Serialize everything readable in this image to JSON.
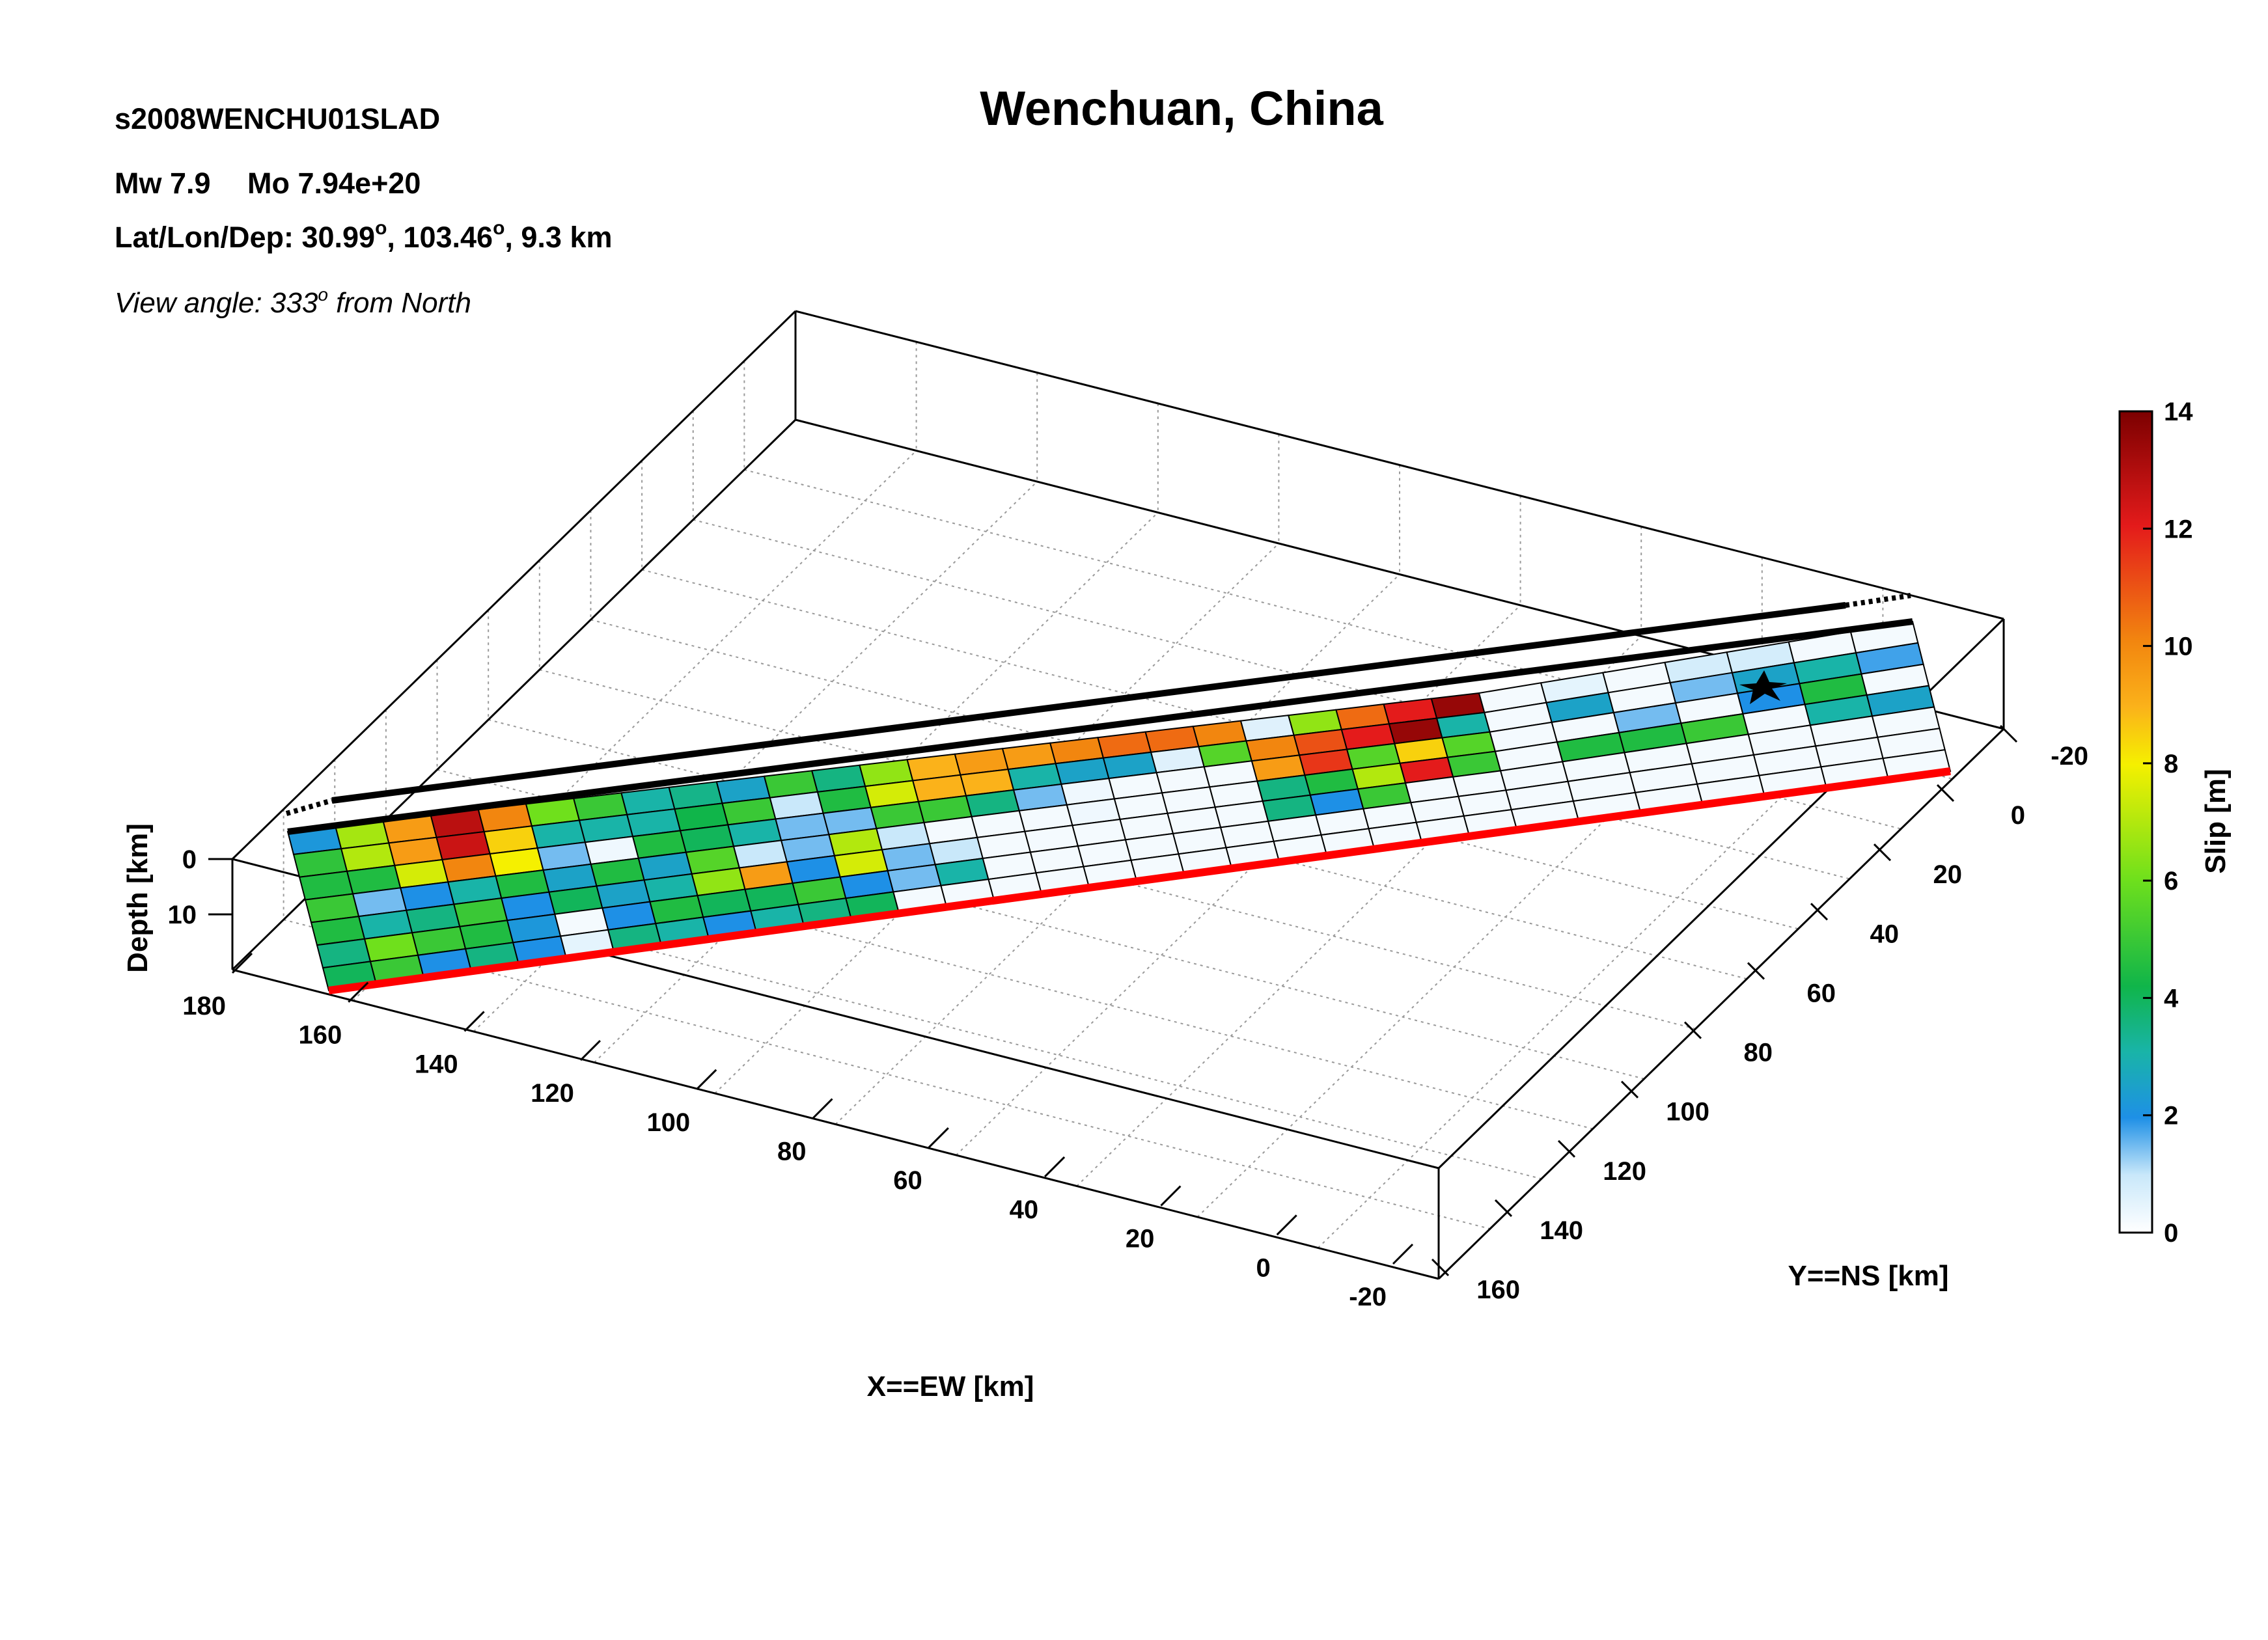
{
  "header": {
    "event_id": "s2008WENCHU01SLAD",
    "title": "Wenchuan, China",
    "mw_text": "Mw 7.9",
    "mo_text": "Mo 7.94e+20",
    "location_prefix": "Lat/Lon/Dep: 30.99",
    "location_lon": ", 103.46",
    "location_depth": ", 9.3 km",
    "degree_symbol": "o",
    "view_prefix": "View angle: 333",
    "view_suffix": " from North"
  },
  "chart_data": {
    "type": "heatmap",
    "title": "Wenchuan, China",
    "xlabel": "X==EW [km]",
    "ylabel": "Y==NS [km]",
    "zlabel": "Depth [km]",
    "x_ticks": [
      "180",
      "160",
      "140",
      "120",
      "100",
      "80",
      "60",
      "40",
      "20",
      "0",
      "-20"
    ],
    "y_ticks": [
      "-20",
      "0",
      "20",
      "40",
      "60",
      "80",
      "100",
      "120",
      "140",
      "160"
    ],
    "z_ticks": [
      "0",
      "10"
    ],
    "colorbar": {
      "label": "Slip [m]",
      "range": [
        0,
        14
      ],
      "ticks": [
        "0",
        "2",
        "4",
        "6",
        "8",
        "10",
        "12",
        "14"
      ]
    },
    "slip_grid": {
      "description_of_axes": "rows = down-dip (top row at fault top), columns = along strike from SW end to NE end",
      "segment1_values": [
        [
          2.2,
          6.8,
          9.5,
          12.8,
          10.0,
          6.0,
          5.0,
          3.0,
          3.4,
          2.5,
          5.0,
          3.5,
          6.5,
          9.0,
          9.5,
          9.5,
          10.0,
          10.5,
          10.5,
          10.0,
          0.6,
          6.5,
          10.5,
          12.0,
          13.5
        ],
        [
          4.8,
          7.0,
          9.5,
          12.5,
          8.5,
          3.0,
          3.0,
          3.0,
          4.2,
          5.0,
          1.0,
          4.5,
          7.5,
          9.0,
          9.0,
          3.0,
          2.5,
          2.5,
          0.6,
          5.5,
          10.0,
          11.0,
          12.0,
          13.5,
          3.0
        ],
        [
          4.5,
          4.5,
          7.5,
          10.0,
          8.0,
          1.5,
          0.3,
          4.5,
          4.0,
          3.0,
          1.5,
          1.5,
          5.0,
          5.0,
          3.5,
          1.5,
          0.3,
          0.2,
          0.2,
          0.2,
          9.5,
          11.5,
          5.5,
          8.5,
          5.5
        ],
        [
          5.0,
          1.5,
          2.0,
          3.0,
          4.5,
          2.5,
          4.5,
          2.5,
          5.5,
          1.0,
          1.5,
          7.0,
          1.0,
          0.2,
          0.2,
          0.2,
          0.3,
          0.2,
          0.2,
          0.2,
          3.5,
          4.5,
          7.0,
          12.0,
          5.0
        ],
        [
          4.5,
          3.0,
          3.5,
          5.0,
          2.0,
          4.0,
          2.5,
          3.0,
          6.5,
          9.5,
          2.0,
          7.5,
          1.5,
          1.0,
          0.2,
          0.2,
          0.2,
          0.2,
          0.2,
          0.2,
          3.5,
          2.0,
          5.0,
          0.2,
          0.2
        ],
        [
          3.5,
          6.0,
          5.0,
          4.5,
          2.2,
          0.2,
          2.0,
          4.5,
          4.0,
          4.0,
          5.0,
          2.0,
          1.5,
          3.0,
          0.2,
          0.2,
          0.2,
          0.2,
          0.2,
          0.2,
          0.2,
          0.2,
          0.2,
          0.2,
          0.2
        ],
        [
          4.0,
          5.0,
          2.0,
          3.5,
          2.0,
          0.5,
          3.5,
          3.0,
          2.0,
          3.0,
          3.5,
          4.0,
          0.2,
          0.2,
          0.2,
          0.2,
          0.2,
          0.2,
          0.2,
          0.2,
          0.2,
          0.2,
          0.2,
          0.2,
          0.2
        ]
      ],
      "segment2_values": [
        [
          0.2,
          0.5,
          0.2,
          0.8,
          0.8,
          0.2,
          0.2
        ],
        [
          0.2,
          2.5,
          0.2,
          1.5,
          2.5,
          3.0,
          1.8
        ],
        [
          0.2,
          0.2,
          1.5,
          0.2,
          2.0,
          4.5,
          0.2
        ],
        [
          0.2,
          4.5,
          4.5,
          5.0,
          0.2,
          3.0,
          2.5
        ],
        [
          0.2,
          0.2,
          0.2,
          0.2,
          0.2,
          0.2,
          0.2
        ],
        [
          0.2,
          0.2,
          0.2,
          0.2,
          0.2,
          0.2,
          0.2
        ],
        [
          0.2,
          0.2,
          0.2,
          0.2,
          0.2,
          0.2,
          0.2
        ]
      ]
    },
    "grid": true,
    "legend": "colorbar-right",
    "colors": {
      "fault_top": "#000000",
      "surface_trace": "#ff0000",
      "grid_line": "#888888"
    }
  }
}
